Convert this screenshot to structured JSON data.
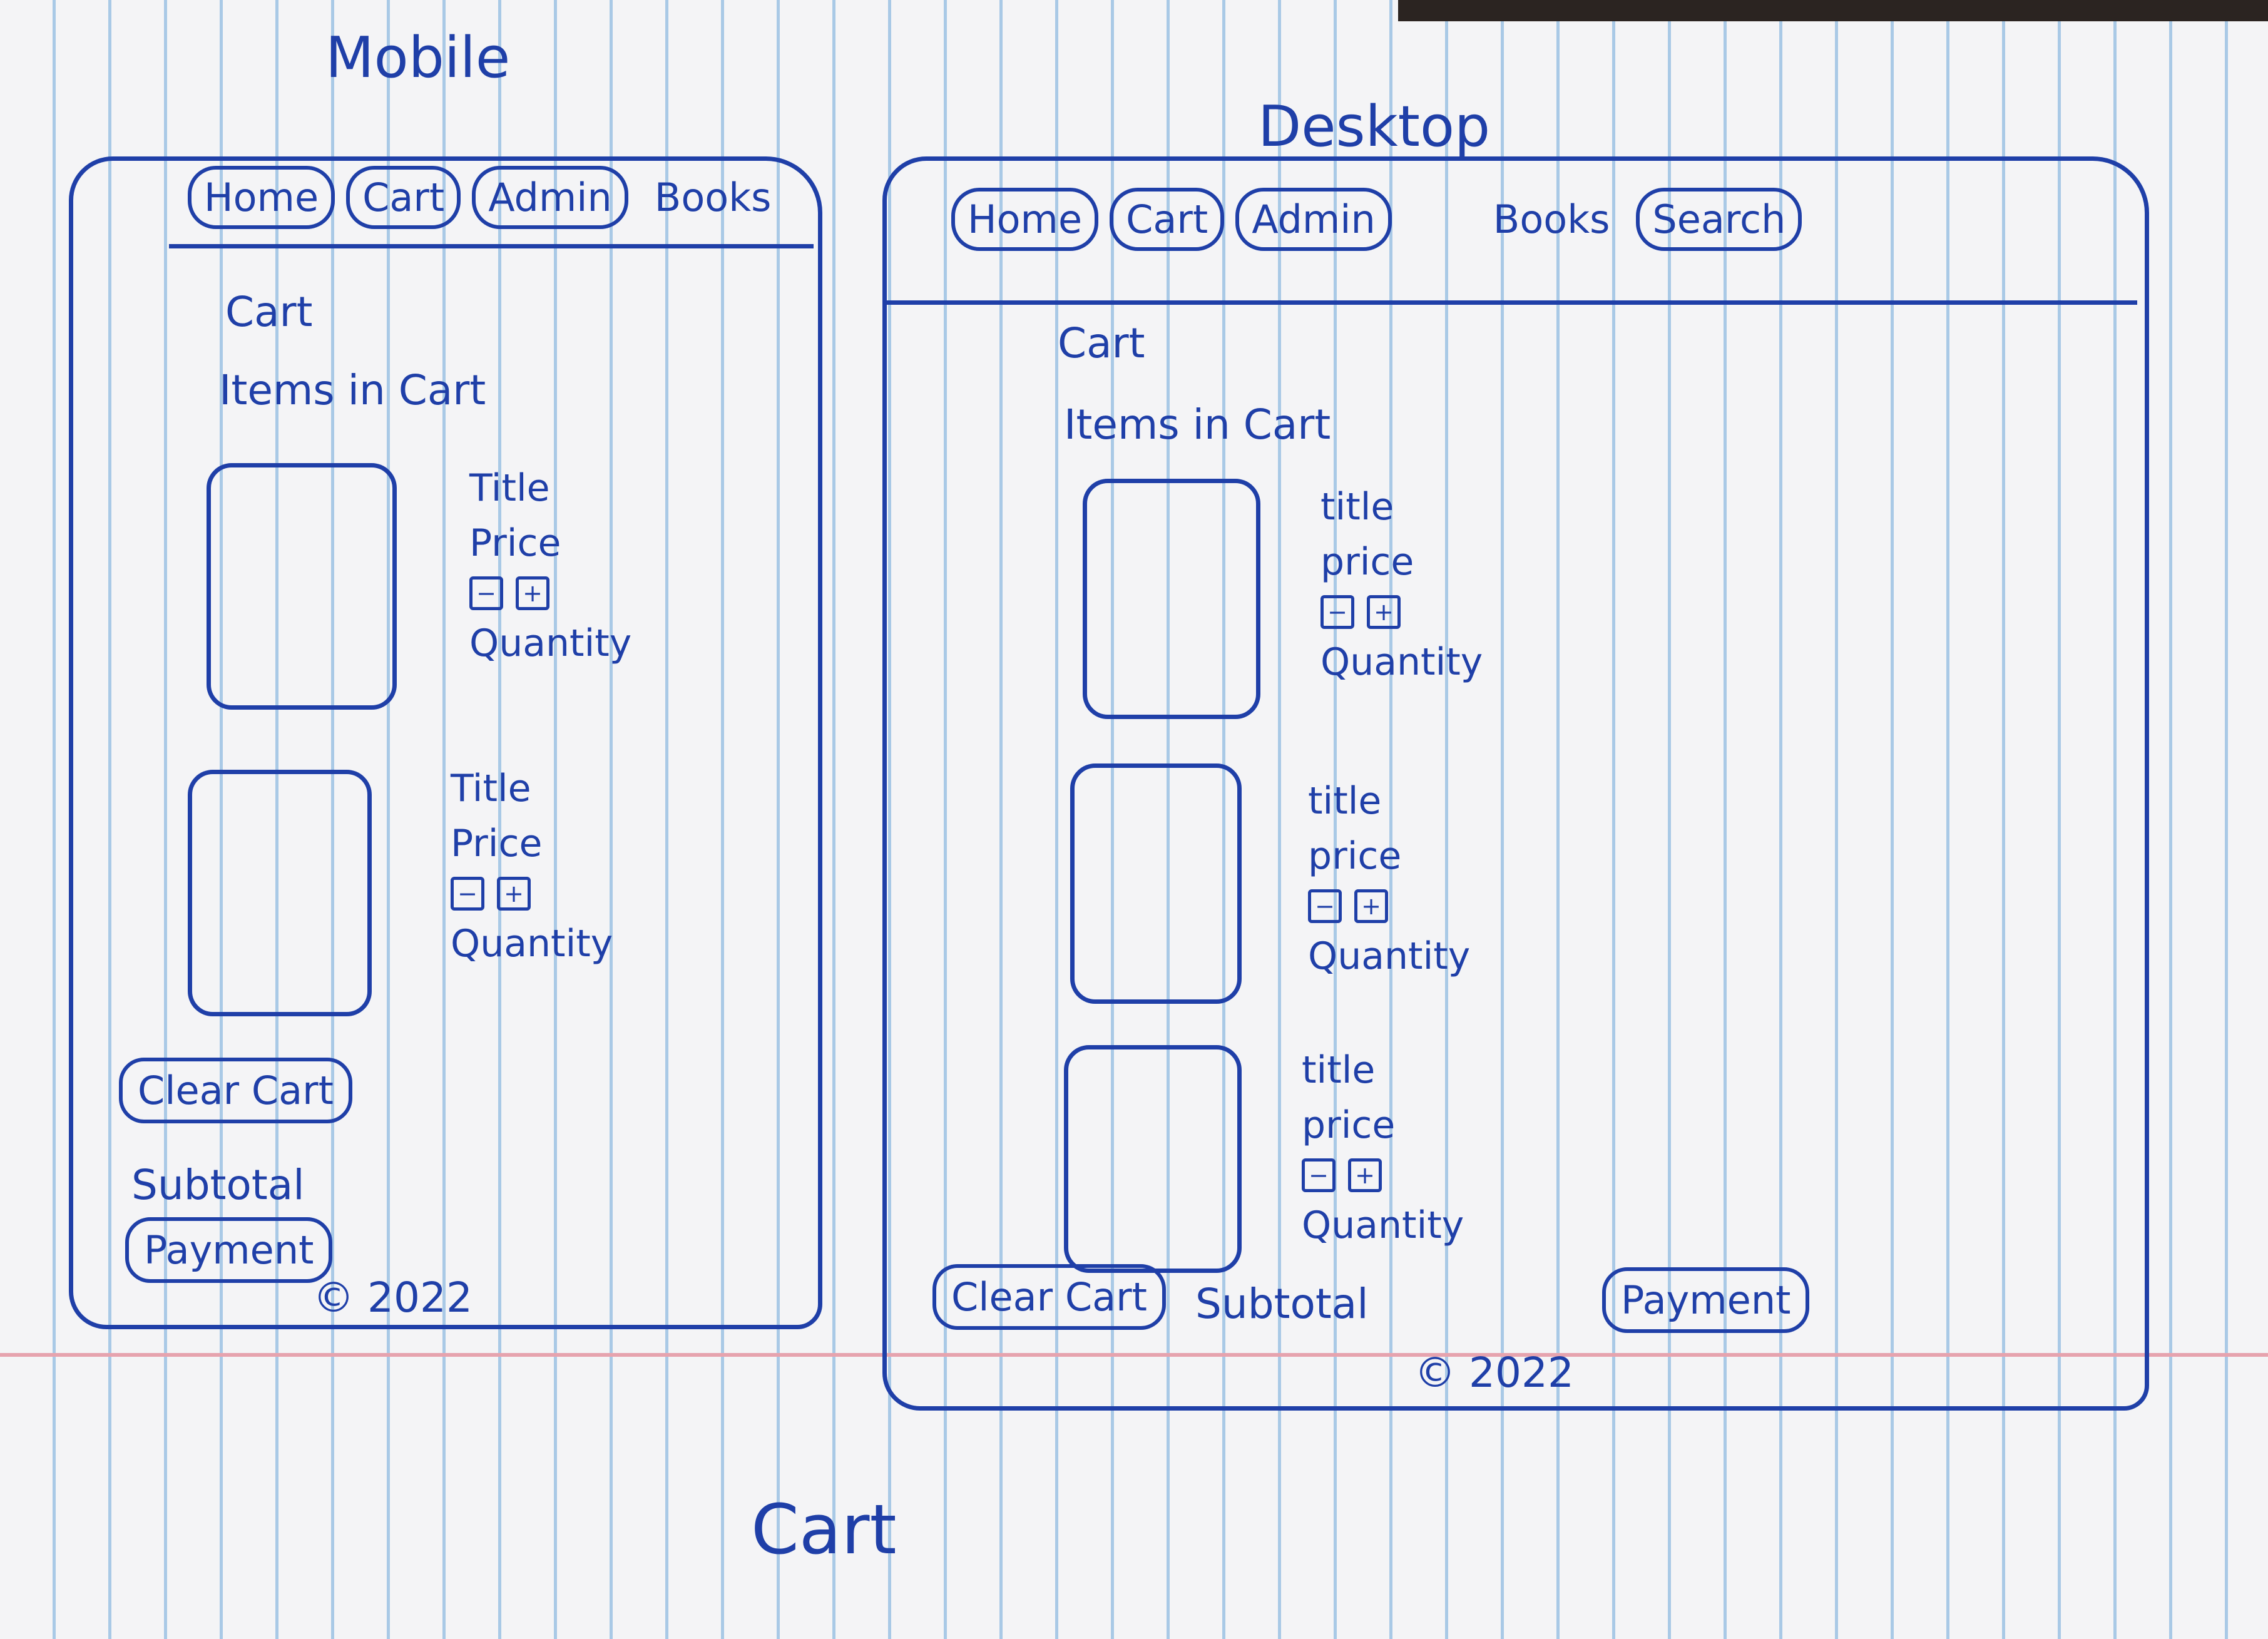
{
  "mobile": {
    "heading": "Mobile",
    "nav": {
      "home": "Home",
      "cart": "Cart",
      "admin": "Admin",
      "books": "Books"
    },
    "page_title": "Cart",
    "section_title": "Items in Cart",
    "items": [
      {
        "title": "Title",
        "price": "Price",
        "minus": "−",
        "plus": "+",
        "quantity": "Quantity"
      },
      {
        "title": "Title",
        "price": "Price",
        "minus": "−",
        "plus": "+",
        "quantity": "Quantity"
      }
    ],
    "clear_cart": "Clear Cart",
    "subtotal": "Subtotal",
    "payment": "Payment",
    "footer": "© 2022"
  },
  "desktop": {
    "heading": "Desktop",
    "nav": {
      "home": "Home",
      "cart": "Cart",
      "admin": "Admin",
      "books": "Books",
      "search": "Search"
    },
    "page_title": "Cart",
    "section_title": "Items in Cart",
    "items": [
      {
        "title": "title",
        "price": "price",
        "minus": "−",
        "plus": "+",
        "quantity": "Quantity"
      },
      {
        "title": "title",
        "price": "price",
        "minus": "−",
        "plus": "+",
        "quantity": "Quantity"
      },
      {
        "title": "title",
        "price": "price",
        "minus": "−",
        "plus": "+",
        "quantity": "Quantity"
      }
    ],
    "clear_cart": "Clear Cart",
    "subtotal": "Subtotal",
    "payment": "Payment",
    "footer": "© 2022"
  },
  "caption": "Cart"
}
